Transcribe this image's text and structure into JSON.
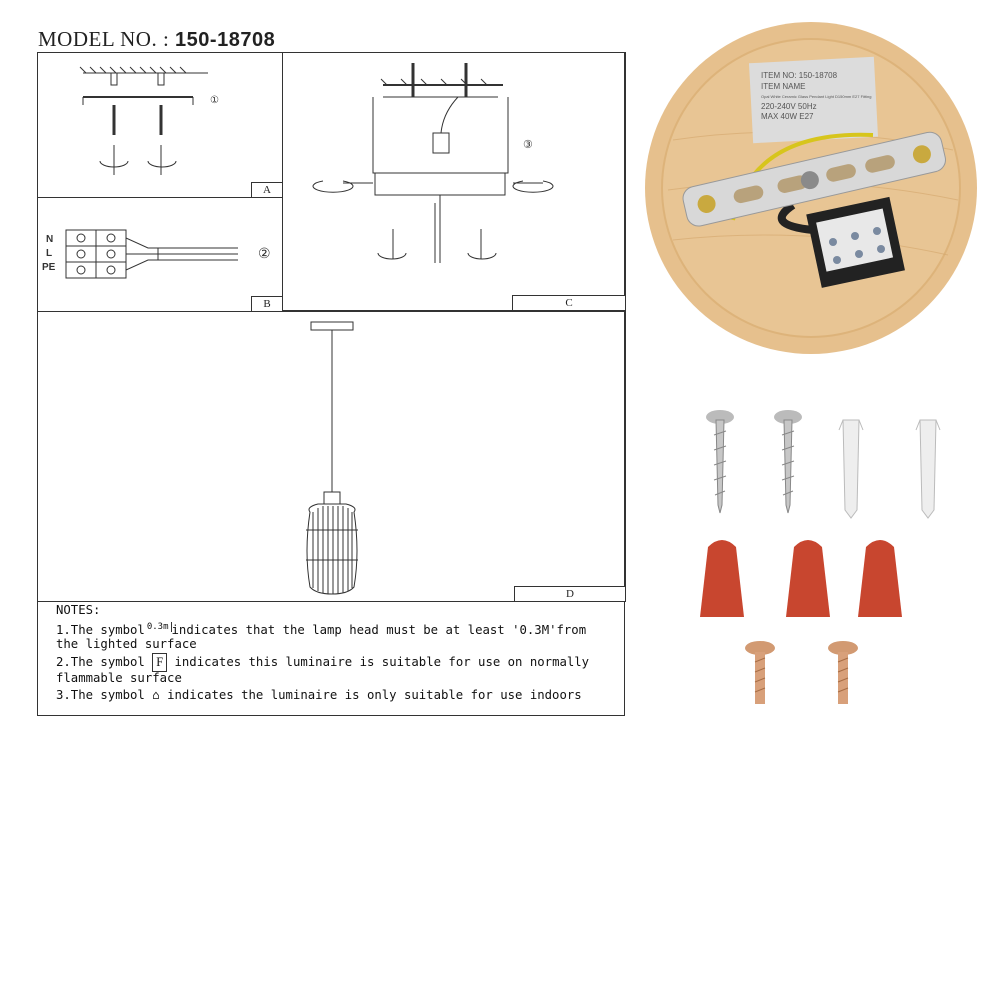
{
  "model": {
    "label": "MODEL NO. :",
    "number": "150-18708"
  },
  "panels": {
    "a": "A",
    "b": "B",
    "c": "C",
    "d": "D"
  },
  "steps": {
    "one": "①",
    "two": "②",
    "three": "③"
  },
  "terminal": {
    "n": "N",
    "l": "L",
    "pe": "PE"
  },
  "notes": {
    "heading": "NOTES:",
    "line1a": "1.The symbol",
    "line1sym": "0.3m",
    "line1b": "indicates that the lamp head must be at least '0.3M'from",
    "line1c": "the lighted surface",
    "line2a": "2.The symbol",
    "line2sym": "F",
    "line2b": "indicates this luminaire is suitable for use on normally",
    "line2c": "flammable surface",
    "line3a": "3.The symbol",
    "line3b": "indicates the luminaire is only suitable for use indoors"
  },
  "label_sticker": {
    "item_no": "ITEM NO: 150-18708",
    "item_name": "ITEM NAME",
    "name_value": "Opal White Ceramic Glass Pendant Light D150mm E27 Fitting",
    "voltage": "220-240V 50Hz",
    "max": "MAX 40W E27"
  },
  "colors": {
    "wood": "#e6c08d",
    "wood_dark": "#d9ad73",
    "wire_nut": "#c8462f",
    "brass": "#d29a72",
    "steel": "#c7c7c7"
  },
  "icons": [
    "ceiling-rose-photo",
    "screw-icon",
    "wall-plug-icon",
    "wire-nut-icon",
    "brass-screw-icon"
  ]
}
